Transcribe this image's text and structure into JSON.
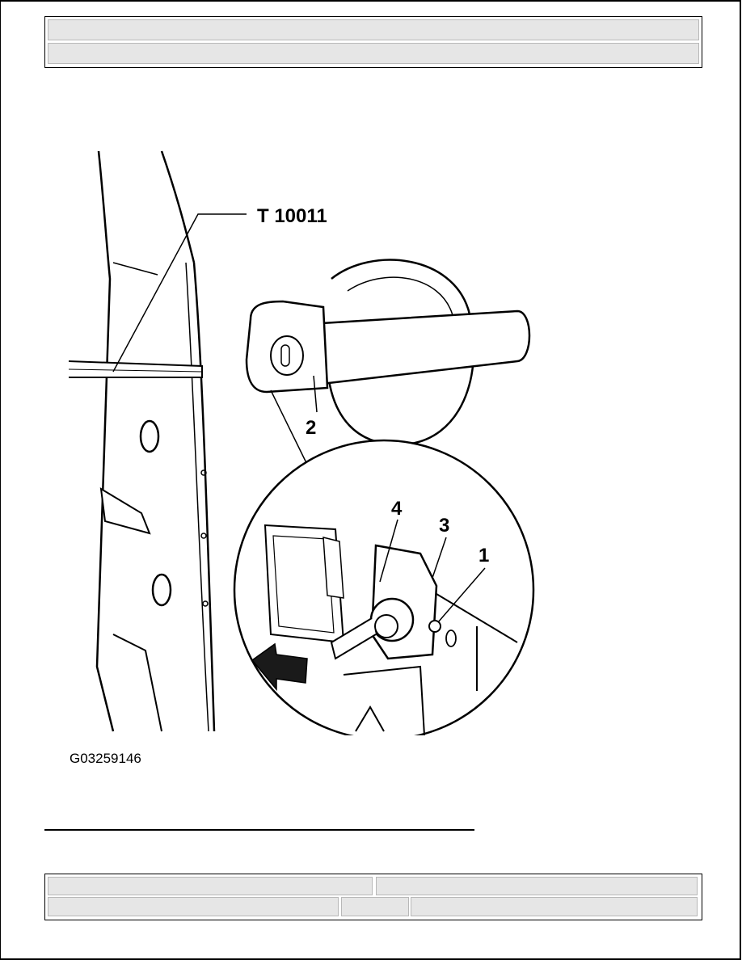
{
  "header": {
    "row1_text": "",
    "row2_text": ""
  },
  "figure": {
    "tool_label": "T 10011",
    "callouts": [
      "1",
      "2",
      "3",
      "4"
    ]
  },
  "image_code": "G03259146",
  "footer": {
    "cells": [
      "",
      "",
      "",
      "",
      ""
    ]
  }
}
